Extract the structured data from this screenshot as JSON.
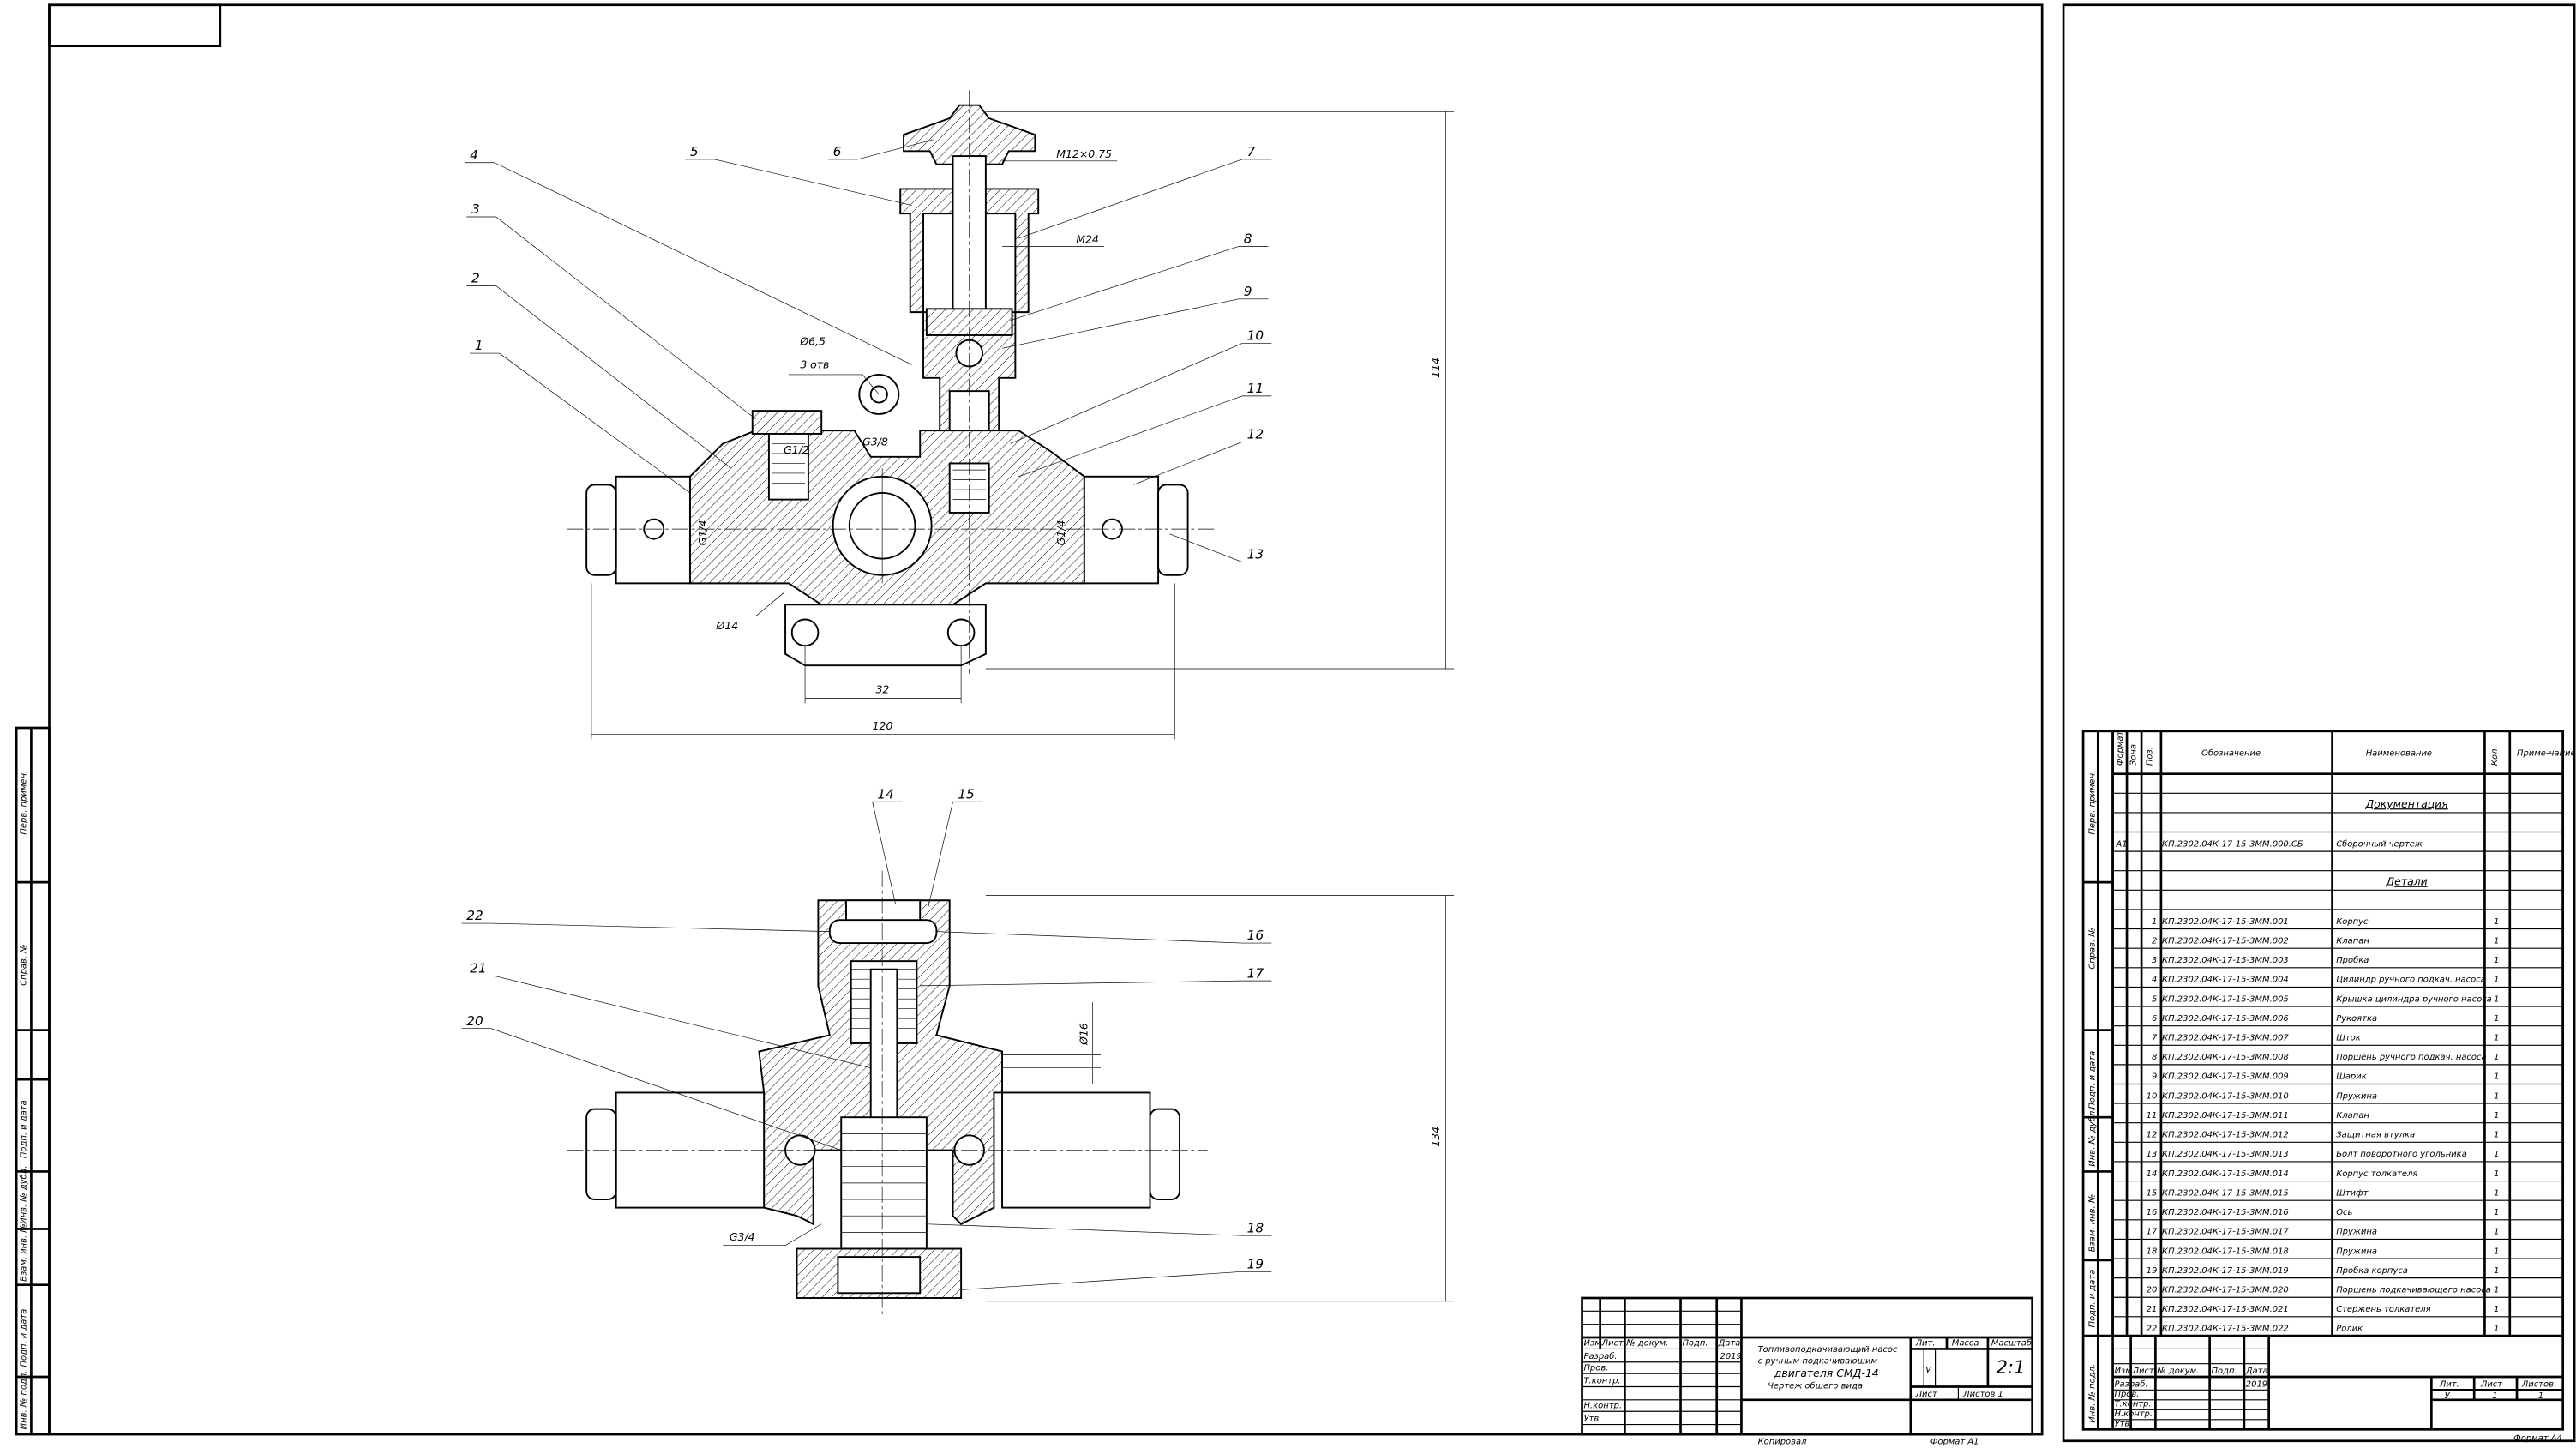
{
  "drawing": {
    "callouts_top": [
      "1",
      "2",
      "3",
      "4",
      "5",
      "6",
      "7",
      "8",
      "9",
      "10",
      "11",
      "12",
      "13"
    ],
    "callouts_bottom": [
      "14",
      "15",
      "16",
      "17",
      "18",
      "19",
      "20",
      "21",
      "22"
    ],
    "dims": {
      "thread_m12": "M12×0.75",
      "thread_m24": "M24",
      "hole_dia": "Ø6,5",
      "hole_count": "3 отв",
      "g12": "G1/2",
      "g38": "G3/8",
      "g14_left": "G1/4",
      "g14_right": "G1/4",
      "dia14": "Ø14",
      "w32": "32",
      "w120": "120",
      "h114": "114",
      "h134": "134",
      "dia16": "Ø16",
      "g34": "G3/4"
    }
  },
  "left_strip": {
    "labels": [
      "Перв. примен.",
      "Справ. №",
      "Подп. и дата",
      "Инв. № дубл.",
      "Взам. инв. №",
      "Подп. и дата",
      "Инв. № подл."
    ]
  },
  "title_block": {
    "headers": [
      "Изм.",
      "Лист",
      "№ докум.",
      "Подп.",
      "Дата"
    ],
    "roles": [
      "Разраб.",
      "Пров.",
      "Т.контр.",
      "Н.контр.",
      "Утв."
    ],
    "date": "2019",
    "title_lines": [
      "Топливоподкачивающий насос",
      "с ручным подкачивающим",
      "двигателя СМД-14",
      "Чертеж общего вида"
    ],
    "lit_label": "Лит.",
    "mass_label": "Масса",
    "scale_label": "Масштаб",
    "lit_value": "У",
    "scale_value": "2:1",
    "sheet_label": "Лист",
    "sheets_label": "Листов 1",
    "copied": "Копировал",
    "format": "Формат   А1"
  },
  "spec": {
    "headers": [
      "Формат",
      "Зона",
      "Поз.",
      "Обозначение",
      "Наименование",
      "Кол.",
      "Приме-чание"
    ],
    "rows": [
      {
        "section": ""
      },
      {
        "section": "Документация"
      },
      {
        "section": ""
      },
      {
        "format": "А1",
        "pos": "",
        "designation": "КП.2302.04К-17-15-3ММ.000.СБ",
        "name": "Сборочный чертеж",
        "qty": ""
      },
      {
        "section": ""
      },
      {
        "section": "Детали"
      },
      {
        "section": ""
      },
      {
        "pos": "1",
        "designation": "КП.2302.04К-17-15-3ММ.001",
        "name": "Корпус",
        "qty": "1"
      },
      {
        "pos": "2",
        "designation": "КП.2302.04К-17-15-3ММ.002",
        "name": "Клапан",
        "qty": "1"
      },
      {
        "pos": "3",
        "designation": "КП.2302.04К-17-15-3ММ.003",
        "name": "Пробка",
        "qty": "1"
      },
      {
        "pos": "4",
        "designation": "КП.2302.04К-17-15-3ММ.004",
        "name": "Цилиндр ручного подкач. насоса",
        "qty": "1"
      },
      {
        "pos": "5",
        "designation": "КП.2302.04К-17-15-3ММ.005",
        "name": "Крышка цилиндра ручного насоса",
        "qty": "1"
      },
      {
        "pos": "6",
        "designation": "КП.2302.04К-17-15-3ММ.006",
        "name": "Рукоятка",
        "qty": "1"
      },
      {
        "pos": "7",
        "designation": "КП.2302.04К-17-15-3ММ.007",
        "name": "Шток",
        "qty": "1"
      },
      {
        "pos": "8",
        "designation": "КП.2302.04К-17-15-3ММ.008",
        "name": "Поршень ручного подкач. насоса",
        "qty": "1"
      },
      {
        "pos": "9",
        "designation": "КП.2302.04К-17-15-3ММ.009",
        "name": "Шарик",
        "qty": "1"
      },
      {
        "pos": "10",
        "designation": "КП.2302.04К-17-15-3ММ.010",
        "name": "Пружина",
        "qty": "1"
      },
      {
        "pos": "11",
        "designation": "КП.2302.04К-17-15-3ММ.011",
        "name": "Клапан",
        "qty": "1"
      },
      {
        "pos": "12",
        "designation": "КП.2302.04К-17-15-3ММ.012",
        "name": "Защитная втулка",
        "qty": "1"
      },
      {
        "pos": "13",
        "designation": "КП.2302.04К-17-15-3ММ.013",
        "name": "Болт поворотного угольника",
        "qty": "1"
      },
      {
        "pos": "14",
        "designation": "КП.2302.04К-17-15-3ММ.014",
        "name": "Корпус толкателя",
        "qty": "1"
      },
      {
        "pos": "15",
        "designation": "КП.2302.04К-17-15-3ММ.015",
        "name": "Штифт",
        "qty": "1"
      },
      {
        "pos": "16",
        "designation": "КП.2302.04К-17-15-3ММ.016",
        "name": "Ось",
        "qty": "1"
      },
      {
        "pos": "17",
        "designation": "КП.2302.04К-17-15-3ММ.017",
        "name": "Пружина",
        "qty": "1"
      },
      {
        "pos": "18",
        "designation": "КП.2302.04К-17-15-3ММ.018",
        "name": "Пружина",
        "qty": "1"
      },
      {
        "pos": "19",
        "designation": "КП.2302.04К-17-15-3ММ.019",
        "name": "Пробка корпуса",
        "qty": "1"
      },
      {
        "pos": "20",
        "designation": "КП.2302.04К-17-15-3ММ.020",
        "name": "Поршень подкачивающего насоса",
        "qty": "1"
      },
      {
        "pos": "21",
        "designation": "КП.2302.04К-17-15-3ММ.021",
        "name": "Стержень толкателя",
        "qty": "1"
      },
      {
        "pos": "22",
        "designation": "КП.2302.04К-17-15-3ММ.022",
        "name": "Ролик",
        "qty": "1"
      }
    ],
    "title_block": {
      "headers": [
        "Изм.",
        "Лист",
        "№ докум.",
        "Подп.",
        "Дата"
      ],
      "roles": [
        "Разраб.",
        "Пров.",
        "Т.контр.",
        "Н.контр.",
        "Утв."
      ],
      "date": "2019",
      "lit_label": "Лит.",
      "sheet_label": "Лист",
      "sheets_label": "Листов",
      "lit_value": "У",
      "sheet_value": "1",
      "sheets_value": "1",
      "format": "Формат А4"
    }
  }
}
